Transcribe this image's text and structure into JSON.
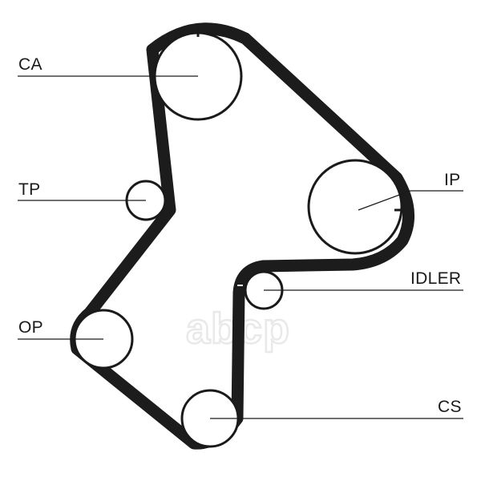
{
  "labels": {
    "ca": "CA",
    "tp": "TP",
    "ip": "IP",
    "idler": "IDLER",
    "op": "OP",
    "cs": "CS"
  },
  "watermark": "abcp",
  "colors": {
    "belt": "#1c1c1c",
    "line": "#1a1a1a",
    "watermark": "#e9e9e9"
  }
}
